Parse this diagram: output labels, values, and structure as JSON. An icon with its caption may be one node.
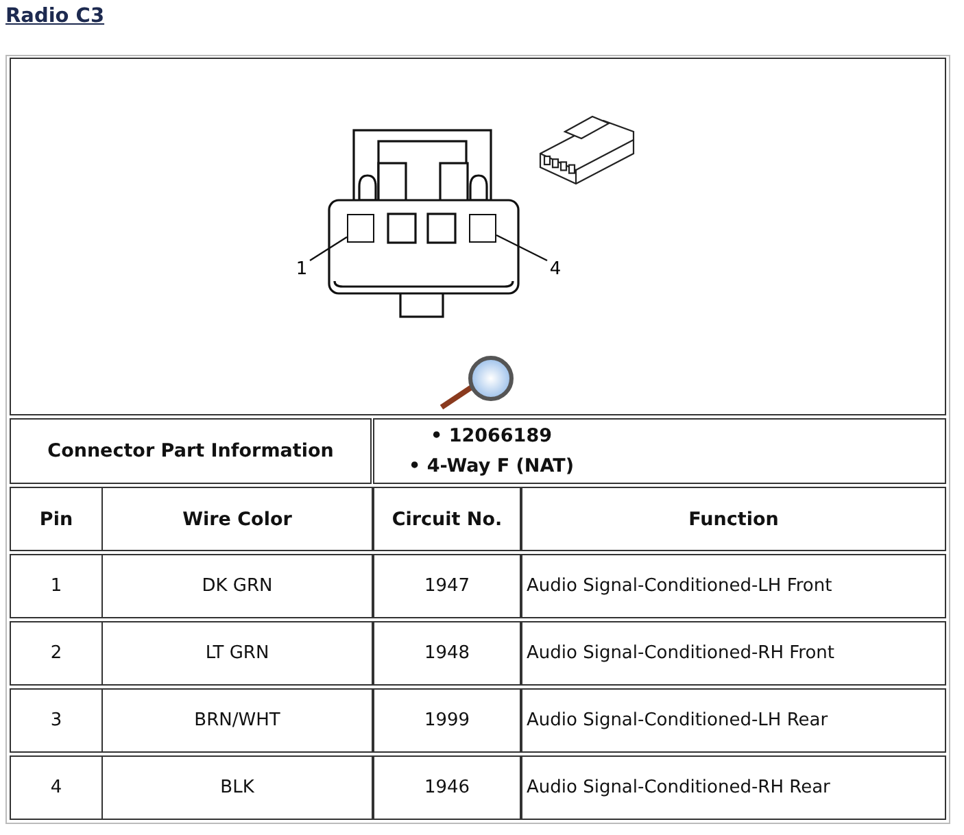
{
  "diagram": {
    "title": "Radio C3",
    "nodes": [
      {
        "text": [
          "1"
        ]
      },
      {
        "text": [],
        "shape": "box"
      },
      {
        "text": [],
        "shape": "box"
      },
      {
        "text": [
          "4"
        ]
      }
    ],
    "edges": [
      {
        "from": 0,
        "to": 1,
        "arrow": "none"
      },
      {
        "from": 3,
        "to": 2,
        "arrow": "none"
      }
    ],
    "labels": [
      "Connector Part Information",
      "• 12066189",
      "• 4-Way F (NAT)",
      "Pin",
      "Wire Color",
      "Circuit No.",
      "Function",
      "1",
      "DK GRN",
      "1947",
      "Audio Signal-Conditioned-LH Front",
      "2",
      "LT GRN",
      "1948",
      "Audio Signal-Conditioned-RH Front",
      "3",
      "BRN/WHT",
      "1999",
      "Audio Signal-Conditioned-LH Rear",
      "4",
      "BLK",
      "1946",
      "Audio Signal-Conditioned-RH Rear"
    ]
  }
}
